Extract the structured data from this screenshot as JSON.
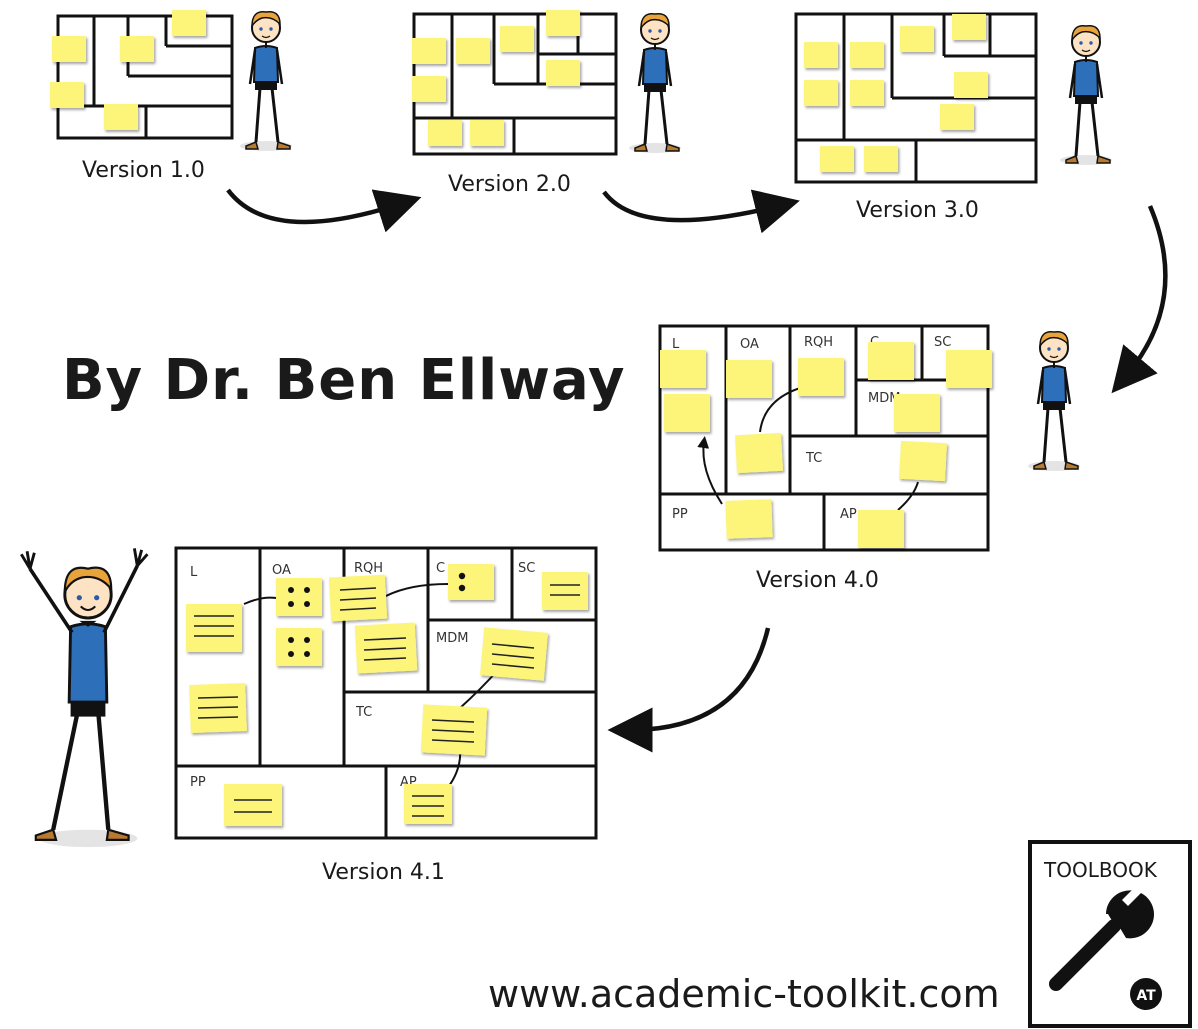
{
  "author": "By Dr. Ben Ellway",
  "website": "www.academic-toolkit.com",
  "toolbook": {
    "label": "TOOLBOOK",
    "logo_text": "AT"
  },
  "versions": [
    {
      "label": "Version 1.0"
    },
    {
      "label": "Version 2.0"
    },
    {
      "label": "Version 3.0"
    },
    {
      "label": "Version 4.0",
      "cells": {
        "l": "L",
        "oa": "OA",
        "rqh": "RQH",
        "c": "C",
        "sc": "SC",
        "mdm": "MDM",
        "tc": "TC",
        "pp": "PP",
        "ap": "AP"
      }
    },
    {
      "label": "Version 4.1",
      "cells": {
        "l": "L",
        "oa": "OA",
        "rqh": "RQH",
        "c": "C",
        "sc": "SC",
        "mdm": "MDM",
        "tc": "TC",
        "pp": "PP",
        "ap": "AP"
      }
    }
  ],
  "colors": {
    "sticky": "#fcf57a",
    "ink": "#111111",
    "shirt": "#2d6fb8",
    "hair": "#e8a33a",
    "skin": "#fde3c4",
    "shoe": "#b87a2e"
  },
  "icons": [
    "arrow-icon",
    "person-icon",
    "wrench-icon"
  ]
}
